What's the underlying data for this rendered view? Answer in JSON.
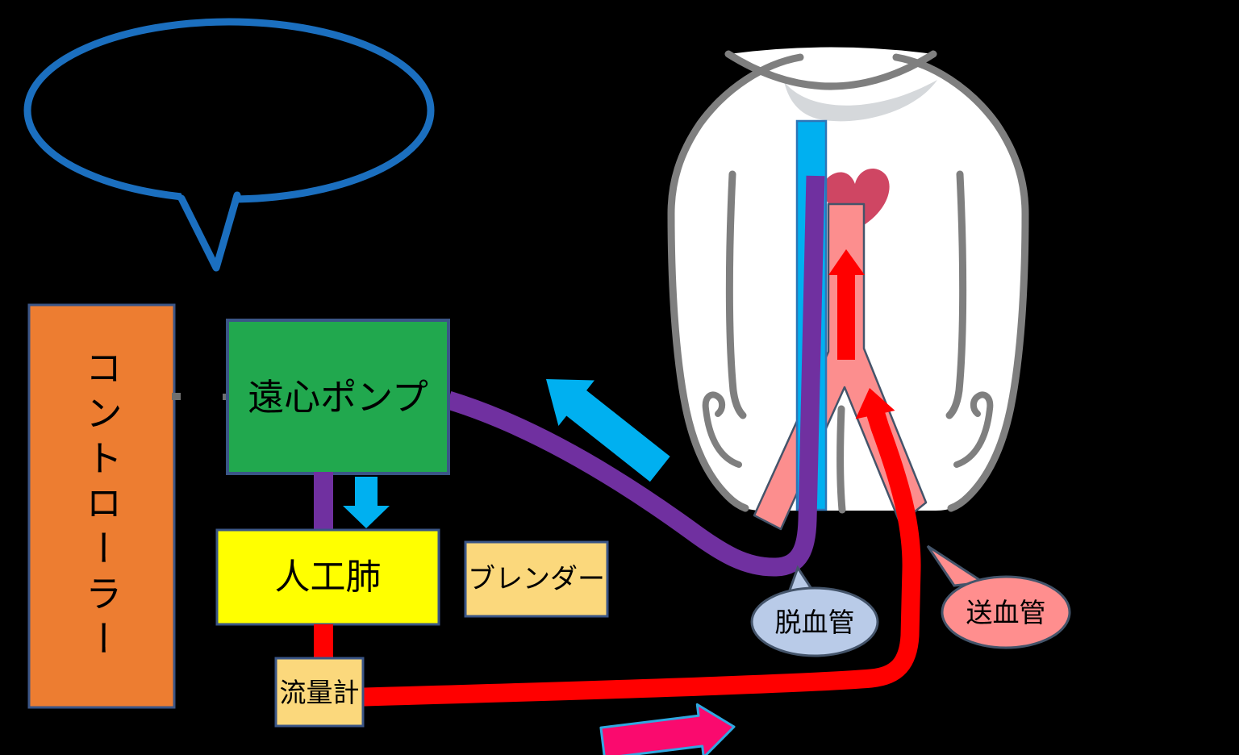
{
  "speech_bubble": {
    "text": ""
  },
  "nodes": {
    "controller": {
      "label": "コントローラー"
    },
    "pump": {
      "label": "遠心ポンプ"
    },
    "oxygenator": {
      "label": "人工肺"
    },
    "blender": {
      "label": "ブレンダー"
    },
    "flow_meter": {
      "label": "流量計"
    }
  },
  "callouts": {
    "drainage": {
      "label": "脱血管"
    },
    "return": {
      "label": "送血管"
    }
  },
  "colors": {
    "background": "#000000",
    "speech_bubble_outline": "#1B6FBF",
    "controller_fill": "#ED7D31",
    "pump_fill": "#21A84E",
    "oxygenator_fill": "#FFFF00",
    "blender_fill": "#FBD87C",
    "flow_meter_fill": "#FBD87C",
    "box_border": "#3A5586",
    "drainage_tube": "#7030A0",
    "return_tube": "#FF0000",
    "catheter_blue": "#00B0F0",
    "arrow_cyan": "#00B0F0",
    "arrow_pink_fill": "#FA0A6E",
    "arrow_pink_border": "#2FA8E1",
    "vessel_pink": "#FC8E8E",
    "heart": "#CF4663",
    "drainage_callout_fill": "#B9CBE8",
    "return_callout_fill": "#FF8E8E",
    "callout_border": "#44546A",
    "figure_outline": "#7F7F7F",
    "collar": "#D5D8DB"
  }
}
